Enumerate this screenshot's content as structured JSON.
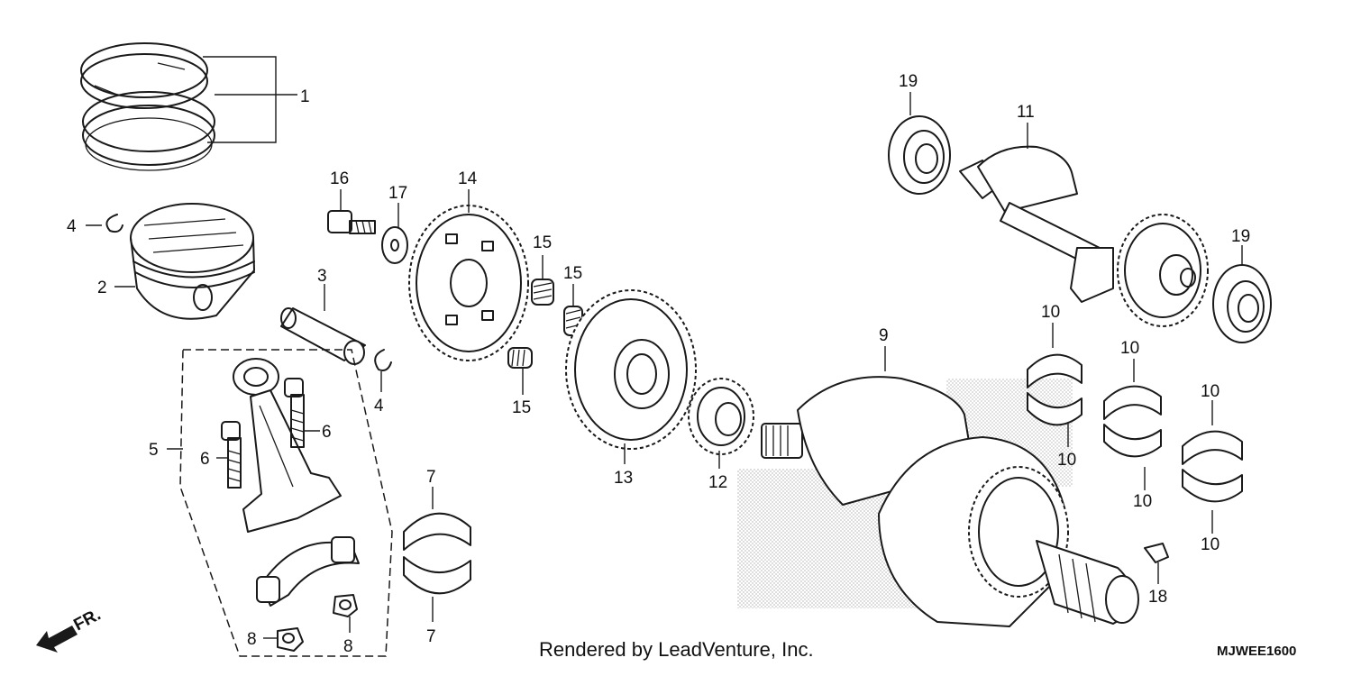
{
  "callouts": [
    {
      "id": "c1",
      "text": "1"
    },
    {
      "id": "c2",
      "text": "2"
    },
    {
      "id": "c3",
      "text": "3"
    },
    {
      "id": "c4a",
      "text": "4"
    },
    {
      "id": "c4b",
      "text": "4"
    },
    {
      "id": "c5",
      "text": "5"
    },
    {
      "id": "c6a",
      "text": "6"
    },
    {
      "id": "c6b",
      "text": "6"
    },
    {
      "id": "c7a",
      "text": "7"
    },
    {
      "id": "c7b",
      "text": "7"
    },
    {
      "id": "c8a",
      "text": "8"
    },
    {
      "id": "c8b",
      "text": "8"
    },
    {
      "id": "c9",
      "text": "9"
    },
    {
      "id": "c10a",
      "text": "10"
    },
    {
      "id": "c10b",
      "text": "10"
    },
    {
      "id": "c10c",
      "text": "10"
    },
    {
      "id": "c10d",
      "text": "10"
    },
    {
      "id": "c10e",
      "text": "10"
    },
    {
      "id": "c10f",
      "text": "10"
    },
    {
      "id": "c11",
      "text": "11"
    },
    {
      "id": "c12",
      "text": "12"
    },
    {
      "id": "c13",
      "text": "13"
    },
    {
      "id": "c14",
      "text": "14"
    },
    {
      "id": "c15a",
      "text": "15"
    },
    {
      "id": "c15b",
      "text": "15"
    },
    {
      "id": "c15c",
      "text": "15"
    },
    {
      "id": "c16",
      "text": "16"
    },
    {
      "id": "c17",
      "text": "17"
    },
    {
      "id": "c18",
      "text": "18"
    },
    {
      "id": "c19a",
      "text": "19"
    },
    {
      "id": "c19b",
      "text": "19"
    }
  ],
  "front_arrow_label": "FR.",
  "footer": "Rendered by LeadVenture, Inc.",
  "diagram_code": "MJWEE1600"
}
